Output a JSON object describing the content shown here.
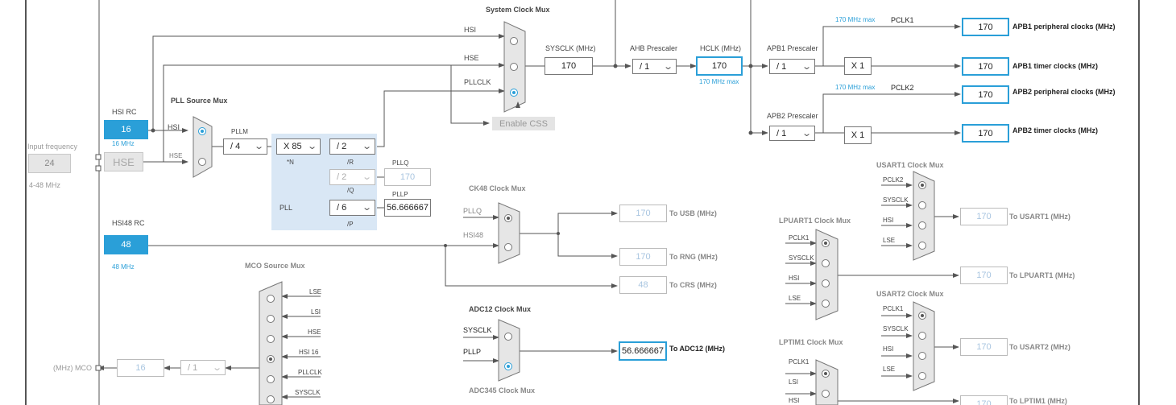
{
  "input_frequency": {
    "label": "Input frequency",
    "value": "24",
    "range": "4-48 MHz"
  },
  "hsi_rc": {
    "title": "HSI RC",
    "value": "16",
    "freq": "16 MHz"
  },
  "hse_box": "HSE",
  "hsi48_rc": {
    "title": "HSI48 RC",
    "value": "48",
    "freq": "48 MHz"
  },
  "pll_source_mux": {
    "title": "PLL Source Mux",
    "hsi": "HSI",
    "hse": "HSE"
  },
  "pll": {
    "label": "PLL",
    "pllm_label": "PLLM",
    "pllm_value": "/ 4",
    "n_value": "X 85",
    "n_label": "*N",
    "r_value": "/ 2",
    "r_label": "/R",
    "q_value": "/ 2",
    "q_label": "/Q",
    "p_value": "/ 6",
    "p_label": "/P",
    "pllq_label": "PLLQ",
    "pllq_value": "170",
    "pllp_label": "PLLP",
    "pllp_value": "56.666667"
  },
  "system_clock_mux": {
    "title": "System Clock Mux",
    "hsi": "HSI",
    "hse": "HSE",
    "pllclk": "PLLCLK",
    "enable_css": "Enable CSS"
  },
  "sysclk": {
    "label": "SYSCLK (MHz)",
    "value": "170"
  },
  "ahb": {
    "label": "AHB Prescaler",
    "value": "/ 1"
  },
  "hclk": {
    "label": "HCLK (MHz)",
    "value": "170",
    "max": "170 MHz max"
  },
  "apb1": {
    "label": "APB1 Prescaler",
    "value": "/ 1",
    "mult": "X 1",
    "max": "170 MHz max",
    "pclk": "PCLK1",
    "periph_value": "170",
    "periph_label": "APB1 peripheral clocks (MHz)",
    "timer_value": "170",
    "timer_label": "APB1 timer clocks (MHz)"
  },
  "apb2": {
    "label": "APB2 Prescaler",
    "value": "/ 1",
    "mult": "X 1",
    "max": "170 MHz max",
    "pclk": "PCLK2",
    "periph_value": "170",
    "periph_label": "APB2 peripheral clocks (MHz)",
    "timer_value": "170",
    "timer_label": "APB2 timer clocks (MHz)"
  },
  "ck48_mux": {
    "title": "CK48 Clock Mux",
    "pllq": "PLLQ",
    "hsi48": "HSI48",
    "usb_value": "170",
    "usb_label": "To USB (MHz)",
    "rng_value": "170",
    "rng_label": "To RNG (MHz)",
    "crs_value": "48",
    "crs_label": "To CRS (MHz)"
  },
  "adc12_mux": {
    "title": "ADC12 Clock Mux",
    "sysclk": "SYSCLK",
    "pllp": "PLLP",
    "value": "56.666667",
    "out_label": "To ADC12 (MHz)"
  },
  "adc345_mux": {
    "title": "ADC345 Clock Mux"
  },
  "mco_mux": {
    "title": "MCO Source Mux",
    "inputs": [
      "LSE",
      "LSI",
      "HSE",
      "HSI 16",
      "PLLCLK",
      "SYSCLK"
    ],
    "out_label": "(MHz) MCO",
    "out_value": "16",
    "div": "/ 1"
  },
  "usart1_mux": {
    "title": "USART1 Clock Mux",
    "inputs": [
      "PCLK2",
      "SYSCLK",
      "HSI",
      "LSE"
    ],
    "value": "170",
    "out_label": "To USART1 (MHz)"
  },
  "lpuart1_mux": {
    "title": "LPUART1 Clock Mux",
    "inputs": [
      "PCLK1",
      "SYSCLK",
      "HSI",
      "LSE"
    ],
    "value": "170",
    "out_label": "To LPUART1 (MHz)"
  },
  "usart2_mux": {
    "title": "USART2 Clock Mux",
    "inputs": [
      "PCLK1",
      "SYSCLK",
      "HSI",
      "LSE"
    ],
    "value": "170",
    "out_label": "To USART2 (MHz)"
  },
  "lptim1_mux": {
    "title": "LPTIM1 Clock Mux",
    "inputs": [
      "PCLK1",
      "LSI",
      "HSI"
    ],
    "value": "170",
    "out_label": "To LPTIM1 (MHz)"
  },
  "colors": {
    "accent": "#2a9fd8",
    "pll_bg": "#d9e7f5",
    "wire": "#555555"
  }
}
